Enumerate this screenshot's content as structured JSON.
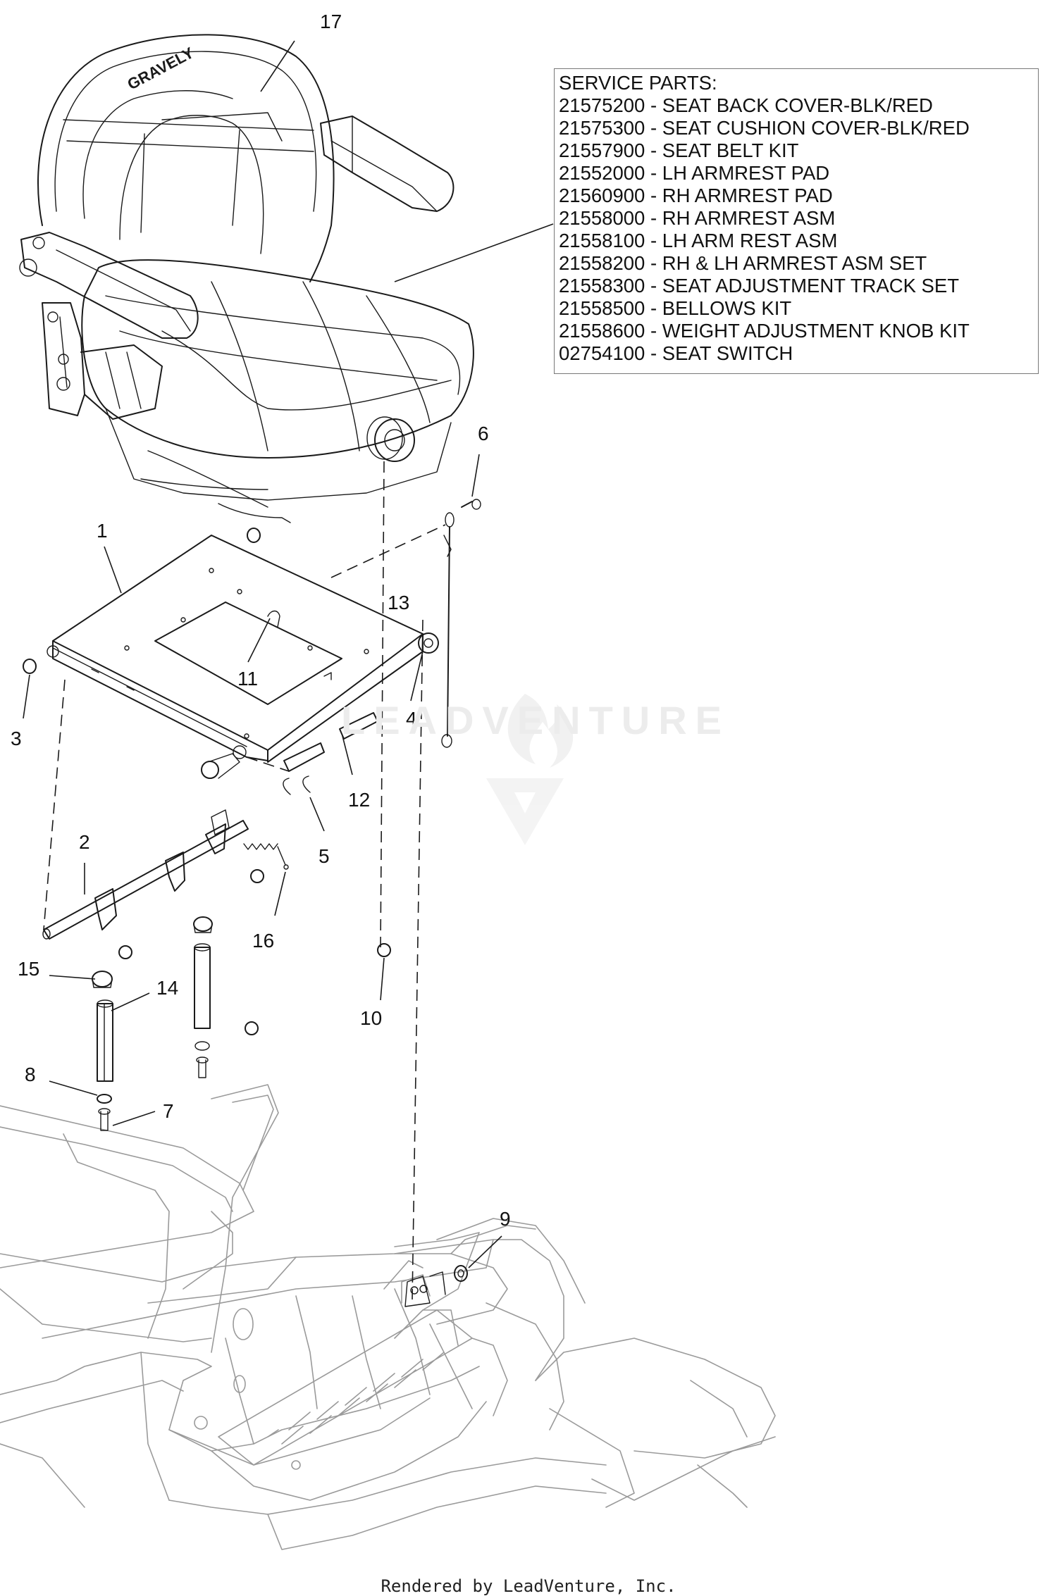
{
  "service_parts": {
    "heading": "SERVICE PARTS:",
    "items": [
      "21575200 - SEAT BACK COVER-BLK/RED",
      "21575300 - SEAT CUSHION COVER-BLK/RED",
      "21557900 - SEAT BELT KIT",
      "21552000 - LH ARMREST PAD",
      "21560900 - RH ARMREST PAD",
      "21558000 - RH ARMREST ASM",
      "21558100 - LH ARM REST ASM",
      "21558200 - RH & LH ARMREST ASM SET",
      "21558300 - SEAT ADJUSTMENT TRACK SET",
      "21558500 - BELLOWS KIT",
      "21558600 - WEIGHT ADJUSTMENT KNOB KIT",
      "02754100 - SEAT SWITCH"
    ]
  },
  "callouts": {
    "n1": "1",
    "n2": "2",
    "n3": "3",
    "n4": "4",
    "n5": "5",
    "n6": "6",
    "n7": "7",
    "n8": "8",
    "n9": "9",
    "n10": "10",
    "n11": "11",
    "n12": "12",
    "n13": "13",
    "n14": "14",
    "n15": "15",
    "n16": "16",
    "n17": "17"
  },
  "seat_logo": "GRAVELY",
  "watermark": "LEADVENTURE",
  "footer": "Rendered by LeadVenture, Inc."
}
